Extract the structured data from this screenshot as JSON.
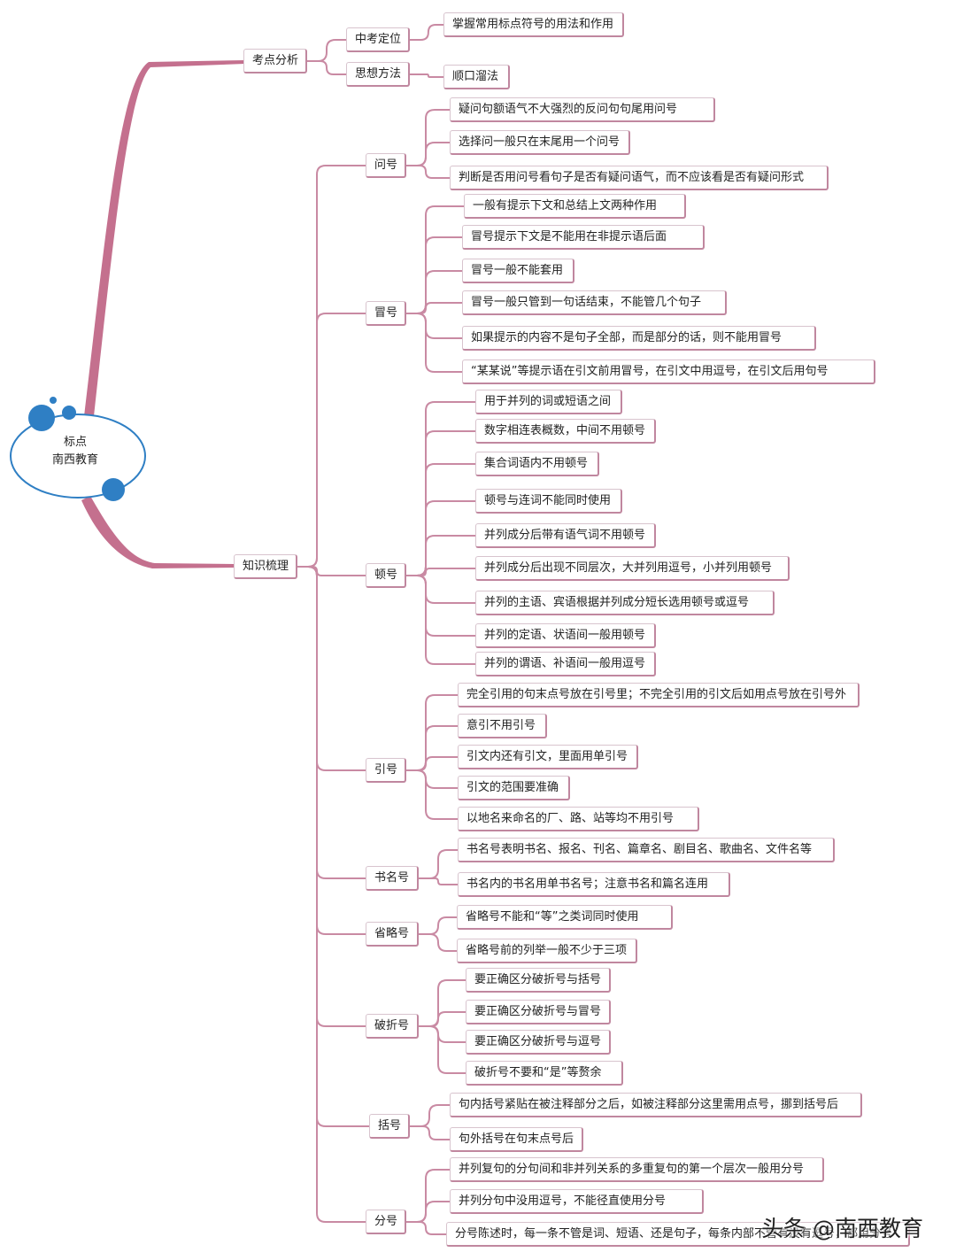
{
  "root": {
    "line1": "标点",
    "line2": "南西教育"
  },
  "branches": [
    {
      "label": "考点分析",
      "children": [
        {
          "label": "中考定位",
          "items": [
            "掌握常用标点符号的用法和作用"
          ]
        },
        {
          "label": "思想方法",
          "items": [
            "顺口溜法"
          ]
        }
      ]
    },
    {
      "label": "知识梳理",
      "children": [
        {
          "label": "问号",
          "items": [
            "疑问句额语气不大强烈的反问句句尾用问号",
            "选择问一般只在末尾用一个问号",
            "判断是否用问号看句子是否有疑问语气，而不应该看是否有疑问形式"
          ]
        },
        {
          "label": "冒号",
          "items": [
            "一般有提示下文和总结上文两种作用",
            "冒号提示下文是不能用在非提示语后面",
            "冒号一般不能套用",
            "冒号一般只管到一句话结束，不能管几个句子",
            "如果提示的内容不是句子全部，而是部分的话，则不能用冒号",
            "“某某说”等提示语在引文前用冒号，在引文中用逗号，在引文后用句号"
          ]
        },
        {
          "label": "顿号",
          "items": [
            "用于并列的词或短语之间",
            "数字相连表概数，中间不用顿号",
            "集合词语内不用顿号",
            "顿号与连词不能同时使用",
            "并列成分后带有语气词不用顿号",
            "并列成分后出现不同层次，大并列用逗号，小并列用顿号",
            "并列的主语、宾语根据并列成分短长选用顿号或逗号",
            "并列的定语、状语间一般用顿号",
            "并列的谓语、补语间一般用逗号"
          ]
        },
        {
          "label": "引号",
          "items": [
            "完全引用的句末点号放在引号里；不完全引用的引文后如用点号放在引号外",
            "意引不用引号",
            "引文内还有引文，里面用单引号",
            "引文的范围要准确",
            "以地名来命名的厂、路、站等均不用引号"
          ]
        },
        {
          "label": "书名号",
          "items": [
            "书名号表明书名、报名、刊名、篇章名、剧目名、歌曲名、文件名等",
            "书名内的书名用单书名号；注意书名和篇名连用"
          ]
        },
        {
          "label": "省略号",
          "items": [
            "省略号不能和“等”之类词同时使用",
            "省略号前的列举一般不少于三项"
          ]
        },
        {
          "label": "破折号",
          "items": [
            "要正确区分破折号与括号",
            "要正确区分破折号与冒号",
            "要正确区分破折号与逗号",
            "破折号不要和“是”等赘余"
          ]
        },
        {
          "label": "括号",
          "items": [
            "句内括号紧贴在被注释部分之后，如被注释部分这里需用点号，挪到括号后",
            "句外括号在句末点号后"
          ]
        },
        {
          "label": "分号",
          "items": [
            "并列复句的分句间和非并列关系的多重复句的第一个层次一般用分号",
            "并列分句中没用逗号，不能径直使用分号",
            "分号陈述时，每一条不管是词、短语、还是句子，每条内部不管有没有逗号，都用分号"
          ]
        }
      ]
    }
  ],
  "watermark": "头条 @南西教育",
  "colors": {
    "branch": "#c4708e",
    "connector": "#c98aa3",
    "border": "#c0879f",
    "bubble": "#2f7fc4"
  }
}
